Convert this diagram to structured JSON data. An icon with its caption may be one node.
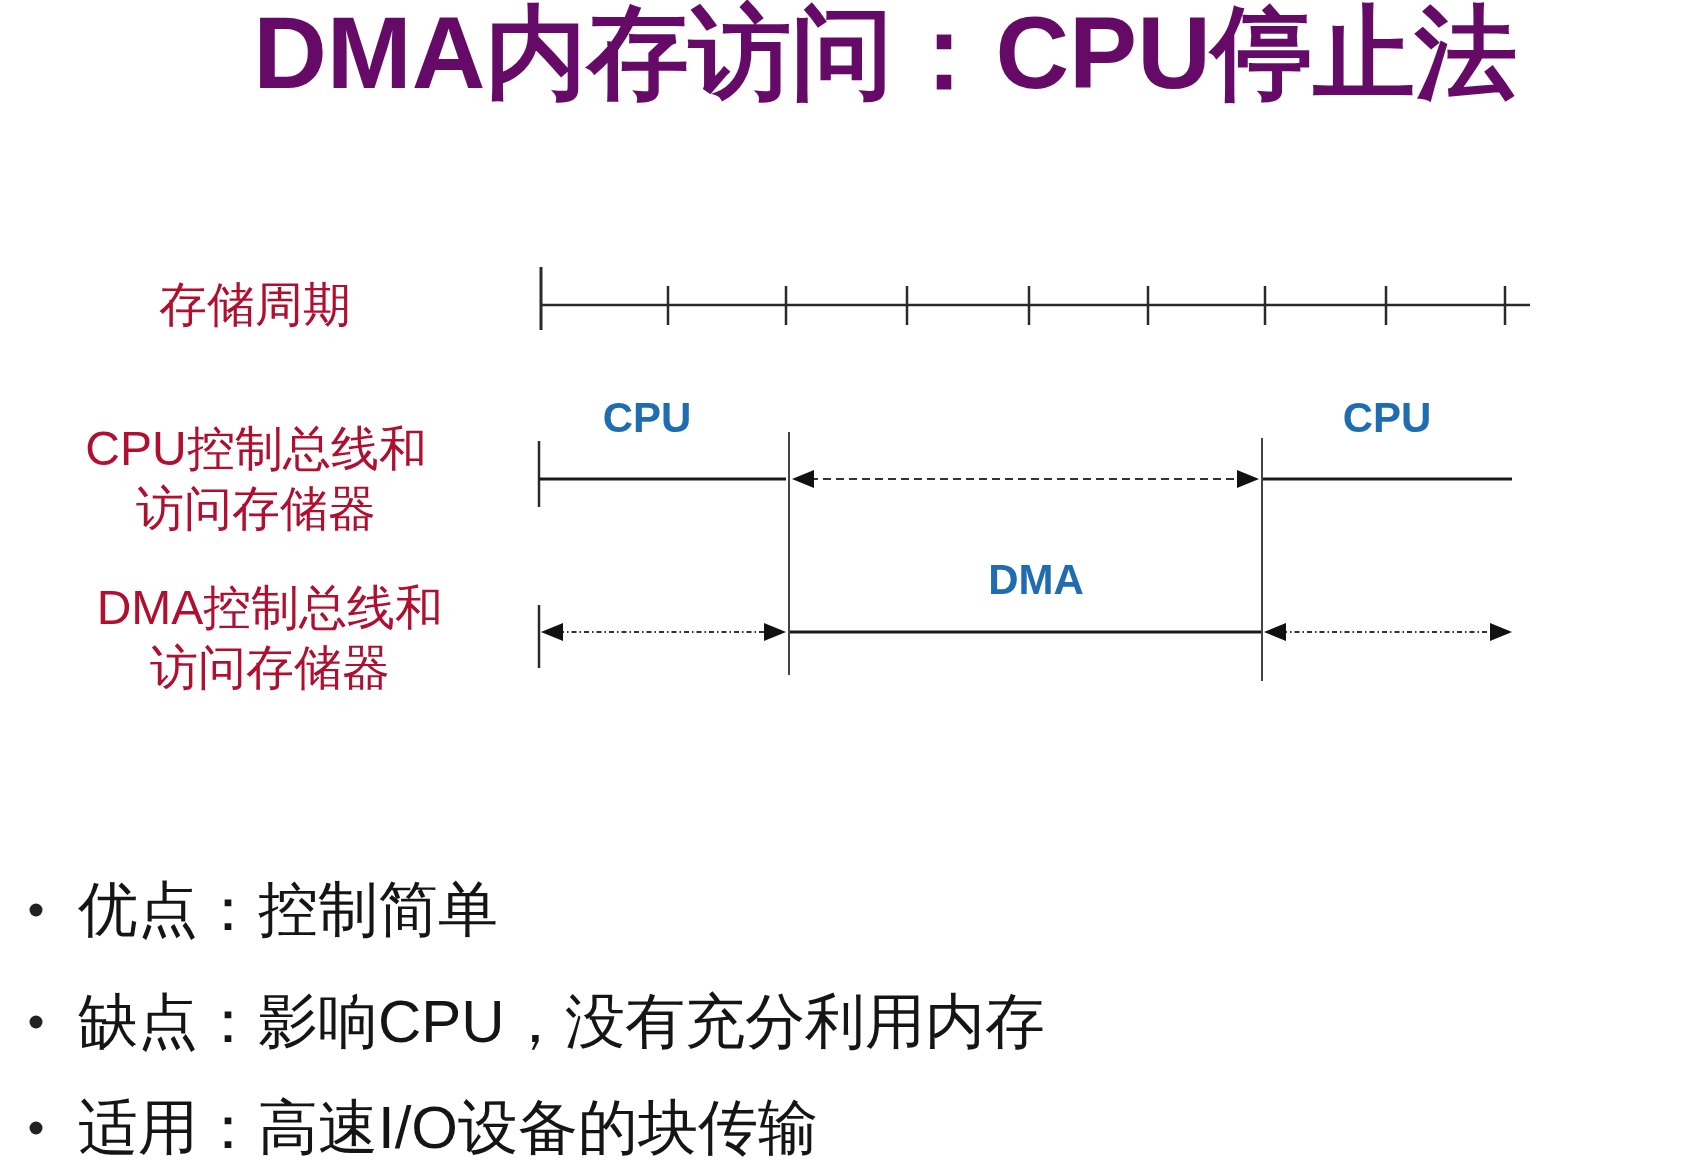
{
  "diagram": {
    "title": "DMA内存访问：CPU停止法",
    "labels": [
      "存储周期",
      "CPU",
      "CPU",
      "CPU控制总线和访问存储器",
      "DMA",
      "DMA控制总线和访问存储器",
      "优点：控制简单",
      "缺点：影响CPU，没有充分利用内存",
      "适用：高速I/O设备的块传输"
    ]
  }
}
